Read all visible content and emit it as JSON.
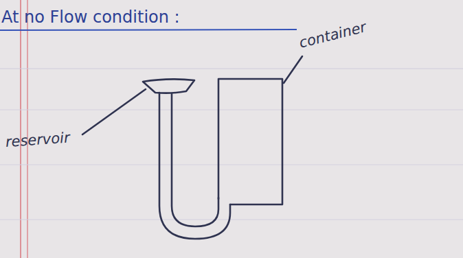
{
  "diagram": {
    "title": "At no Flow condition :",
    "labels": [
      "container",
      "reservoir"
    ]
  }
}
